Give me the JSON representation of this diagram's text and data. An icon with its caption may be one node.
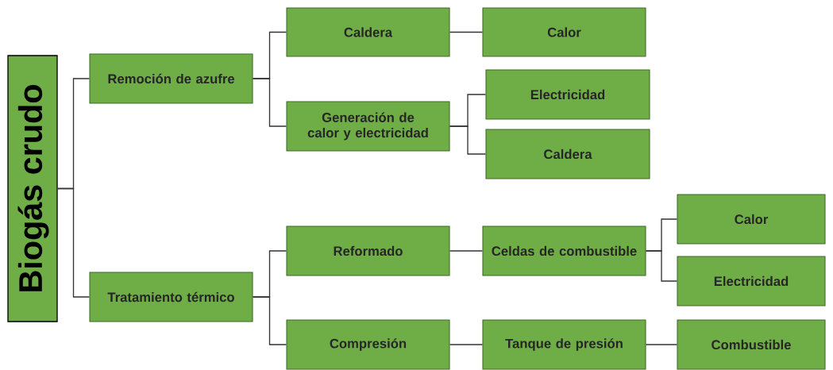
{
  "diagram": {
    "nodes": [
      {
        "text": [
          "Biogás crudo"
        ]
      },
      {
        "text": [
          "Remoción de azufre"
        ]
      },
      {
        "text": [
          "Caldera"
        ]
      },
      {
        "text": [
          "Calor"
        ]
      },
      {
        "text": [
          "Generación de calor y electricidad"
        ]
      },
      {
        "text": [
          "Electricidad"
        ]
      },
      {
        "text": [
          "Caldera"
        ]
      },
      {
        "text": [
          "Tratamiento térmico"
        ]
      },
      {
        "text": [
          "Reformado"
        ]
      },
      {
        "text": [
          "Celdas de combustible"
        ]
      },
      {
        "text": [
          "Calor"
        ]
      },
      {
        "text": [
          "Electricidad"
        ]
      },
      {
        "text": [
          "Compresión"
        ]
      },
      {
        "text": [
          "Tanque de presión"
        ]
      },
      {
        "text": [
          "Combustible"
        ]
      }
    ],
    "edges": [
      {
        "from": 0,
        "to": 1,
        "arrow": "none"
      },
      {
        "from": 0,
        "to": 7,
        "arrow": "none"
      },
      {
        "from": 1,
        "to": 2,
        "arrow": "none"
      },
      {
        "from": 1,
        "to": 4,
        "arrow": "none"
      },
      {
        "from": 2,
        "to": 3,
        "arrow": "none"
      },
      {
        "from": 4,
        "to": 5,
        "arrow": "none"
      },
      {
        "from": 4,
        "to": 6,
        "arrow": "none"
      },
      {
        "from": 7,
        "to": 8,
        "arrow": "none"
      },
      {
        "from": 7,
        "to": 12,
        "arrow": "none"
      },
      {
        "from": 8,
        "to": 9,
        "arrow": "none"
      },
      {
        "from": 9,
        "to": 10,
        "arrow": "none"
      },
      {
        "from": 9,
        "to": 11,
        "arrow": "none"
      },
      {
        "from": 12,
        "to": 13,
        "arrow": "none"
      },
      {
        "from": 13,
        "to": 14,
        "arrow": "none"
      }
    ]
  }
}
